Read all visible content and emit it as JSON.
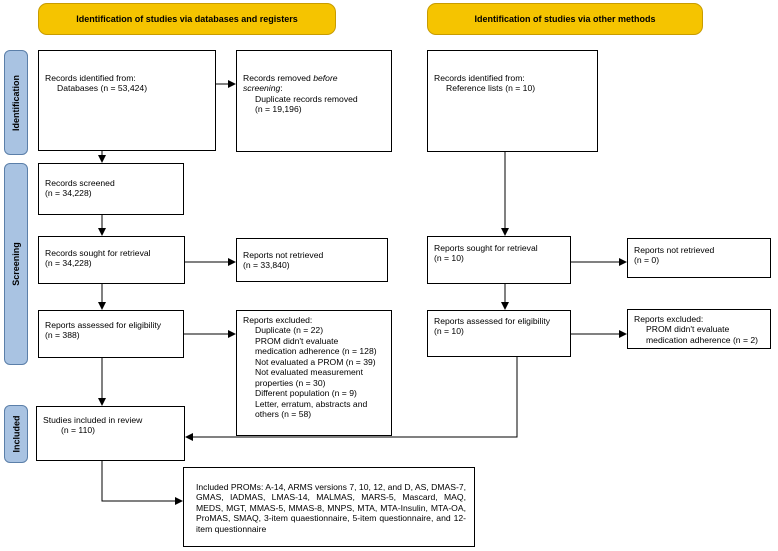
{
  "headers": {
    "databases": "Identification of studies via databases and registers",
    "other": "Identification of studies via other methods"
  },
  "phases": {
    "identification": "Identification",
    "screening": "Screening",
    "included": "Included"
  },
  "db": {
    "identified": {
      "line1": "Records identified from:",
      "line2": "Databases (n = 53,424)"
    },
    "removed": {
      "line1a": "Records removed ",
      "line1b": "before",
      "line2": "screening",
      "line2b": ":",
      "line3": "Duplicate records removed",
      "line4": "(n = 19,196)"
    },
    "screened": {
      "line1": "Records screened",
      "line2": "(n = 34,228)"
    },
    "sought": {
      "line1": "Records sought for retrieval",
      "line2": "(n = 34,228)"
    },
    "not_retrieved": {
      "line1": "Reports not retrieved",
      "line2": "(n = 33,840)"
    },
    "assessed": {
      "line1": "Reports assessed for eligibility",
      "line2": "(n = 388)"
    },
    "excluded": {
      "title": "Reports excluded:",
      "items": [
        "Duplicate (n = 22)",
        "PROM didn't evaluate",
        "medication adherence (n = 128)",
        "Not evaluated a PROM (n = 39)",
        "Not evaluated measurement",
        "properties (n = 30)",
        "Different population (n = 9)",
        "Letter, erratum, abstracts and",
        "others (n = 58)"
      ]
    },
    "included": {
      "line1": "Studies included in review",
      "line2": "(n = 110)"
    },
    "proms": "Included PROMs: A-14, ARMS versions 7, 10, 12, and D, AS, DMAS-7, GMAS, IADMAS, LMAS-14, MALMAS, MARS-5, Mascard, MAQ, MEDS, MGT, MMAS-5, MMAS-8, MNPS, MTA, MTA-Insulin, MTA-OA, ProMAS, SMAQ, 3-item quaestionnaire, 5-item questionnaire, and 12-item questionnaire"
  },
  "other": {
    "identified": {
      "line1": "Records identified from:",
      "line2": "Reference lists (n = 10)"
    },
    "sought": {
      "line1": "Reports sought for retrieval",
      "line2": "(n = 10)"
    },
    "not_retrieved": {
      "line1": "Reports not retrieved",
      "line2": "(n = 0)"
    },
    "assessed": {
      "line1": "Reports assessed for eligibility",
      "line2": "(n = 10)"
    },
    "excluded": {
      "line1": "Reports excluded:",
      "line2": "PROM didn't evaluate",
      "line3": "medication adherence (n = 2)"
    }
  },
  "colors": {
    "header_fill": "#f5c400",
    "phase_fill": "#a9c3e2"
  }
}
